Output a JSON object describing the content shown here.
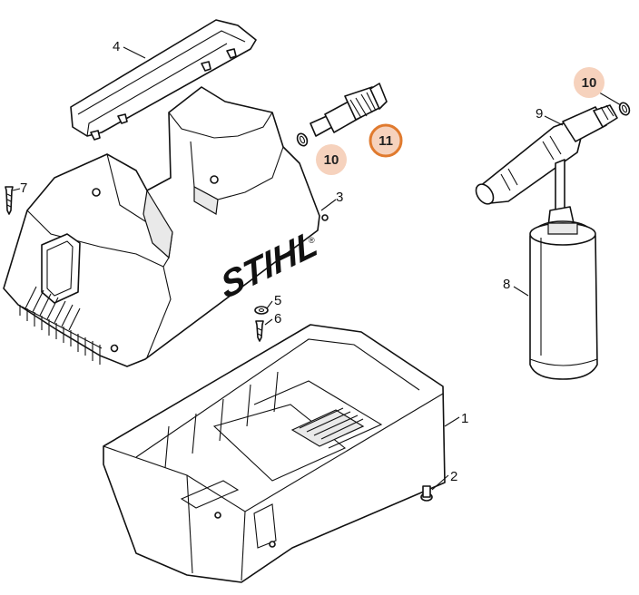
{
  "brand": {
    "logo_text": "STIHL",
    "registered_mark": "®"
  },
  "labels": {
    "p1": "1",
    "p2": "2",
    "p3": "3",
    "p4": "4",
    "p5": "5",
    "p6": "6",
    "p7": "7",
    "p8": "8",
    "p9": "9"
  },
  "callouts": {
    "c10a": "10",
    "c10b": "10",
    "c11": "11"
  },
  "colors": {
    "callout_fill": "#f6d2bd",
    "callout_ring": "#e07a2e",
    "line": "#111111"
  }
}
